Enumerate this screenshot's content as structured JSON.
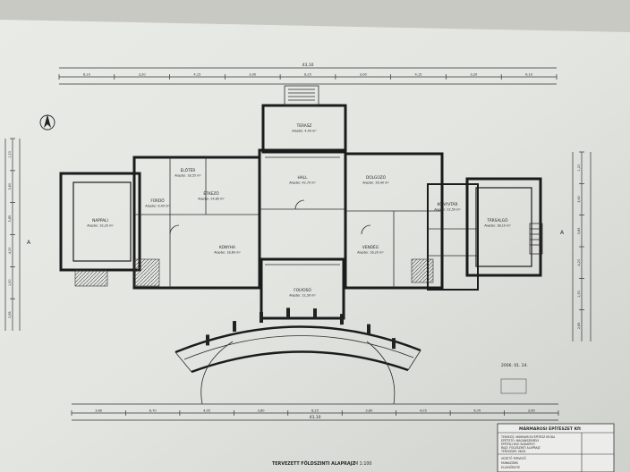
{
  "drawing": {
    "title": "TERVEZETT FÖLDSZINTI ALAPRAJZ",
    "scale": "M 1:100",
    "rooms": [
      {
        "name": "TERASZ",
        "info": "Alapter. 4,40 m²"
      },
      {
        "name": "HALL",
        "info": "Alapter. 42,70 m²"
      },
      {
        "name": "ELŐTÉR",
        "info": "Alapter. 18,55 m²"
      },
      {
        "name": "DOLGOZÓ",
        "info": "Alapter. 26,40 m²"
      },
      {
        "name": "NAPPALI",
        "info": "Alapter. 32,20 m²"
      },
      {
        "name": "ÉTKEZŐ",
        "info": "Alapter. 24,80 m²"
      },
      {
        "name": "KONYHA",
        "info": "Alapter. 18,60 m²"
      },
      {
        "name": "VENDÉG",
        "info": "Alapter. 16,20 m²"
      },
      {
        "name": "FÜRDŐ",
        "info": "Alapter. 6,40 m²"
      },
      {
        "name": "TÁRSALGÓ",
        "info": "Alapter. 38,10 m²"
      },
      {
        "name": "FOLYOSÓ",
        "info": "Alapter. 12,30 m²"
      },
      {
        "name": "KÖNYVTÁR",
        "info": "Alapter. 22,50 m²"
      }
    ],
    "top_total": "43,10",
    "bottom_total": "43,10",
    "top_dims": [
      "6,10",
      "3,20",
      "4,15",
      "3,00",
      "6,25",
      "3,00",
      "4,15",
      "3,20",
      "6,10"
    ],
    "bottom_dims": [
      "3,60",
      "6,70",
      "4,05",
      "3,80",
      "6,25",
      "3,80",
      "4,05",
      "6,70",
      "3,60"
    ],
    "side_left": [
      "1,20",
      "3,60",
      "5,85",
      "4,20",
      "1,50",
      "2,85"
    ],
    "side_right": [
      "1,20",
      "3,60",
      "5,85",
      "4,20",
      "1,50",
      "2,85"
    ],
    "stamp_date": "2006. 01. 24.",
    "section_mark": "A"
  },
  "title_block": {
    "header": "MÁRMAROSI ÉPÍTÉSZET Kft",
    "lines": [
      "TERVEZŐ: MÁRMAROSI ÉPÍTÉSZ IRODA",
      "ÉPÍTTETŐ: MAGÁNSZEMÉLY",
      "ÉPÍTÉSI HELY: BUDAPEST",
      "RAJZ: FÖLDSZINTI ALAPRAJZ",
      "TERVSZÁM: 06/01"
    ],
    "footer_lines": [
      "VEZETŐ TERVEZŐ",
      "MUNKATÁRS",
      "ELLENŐRIZTE"
    ]
  }
}
